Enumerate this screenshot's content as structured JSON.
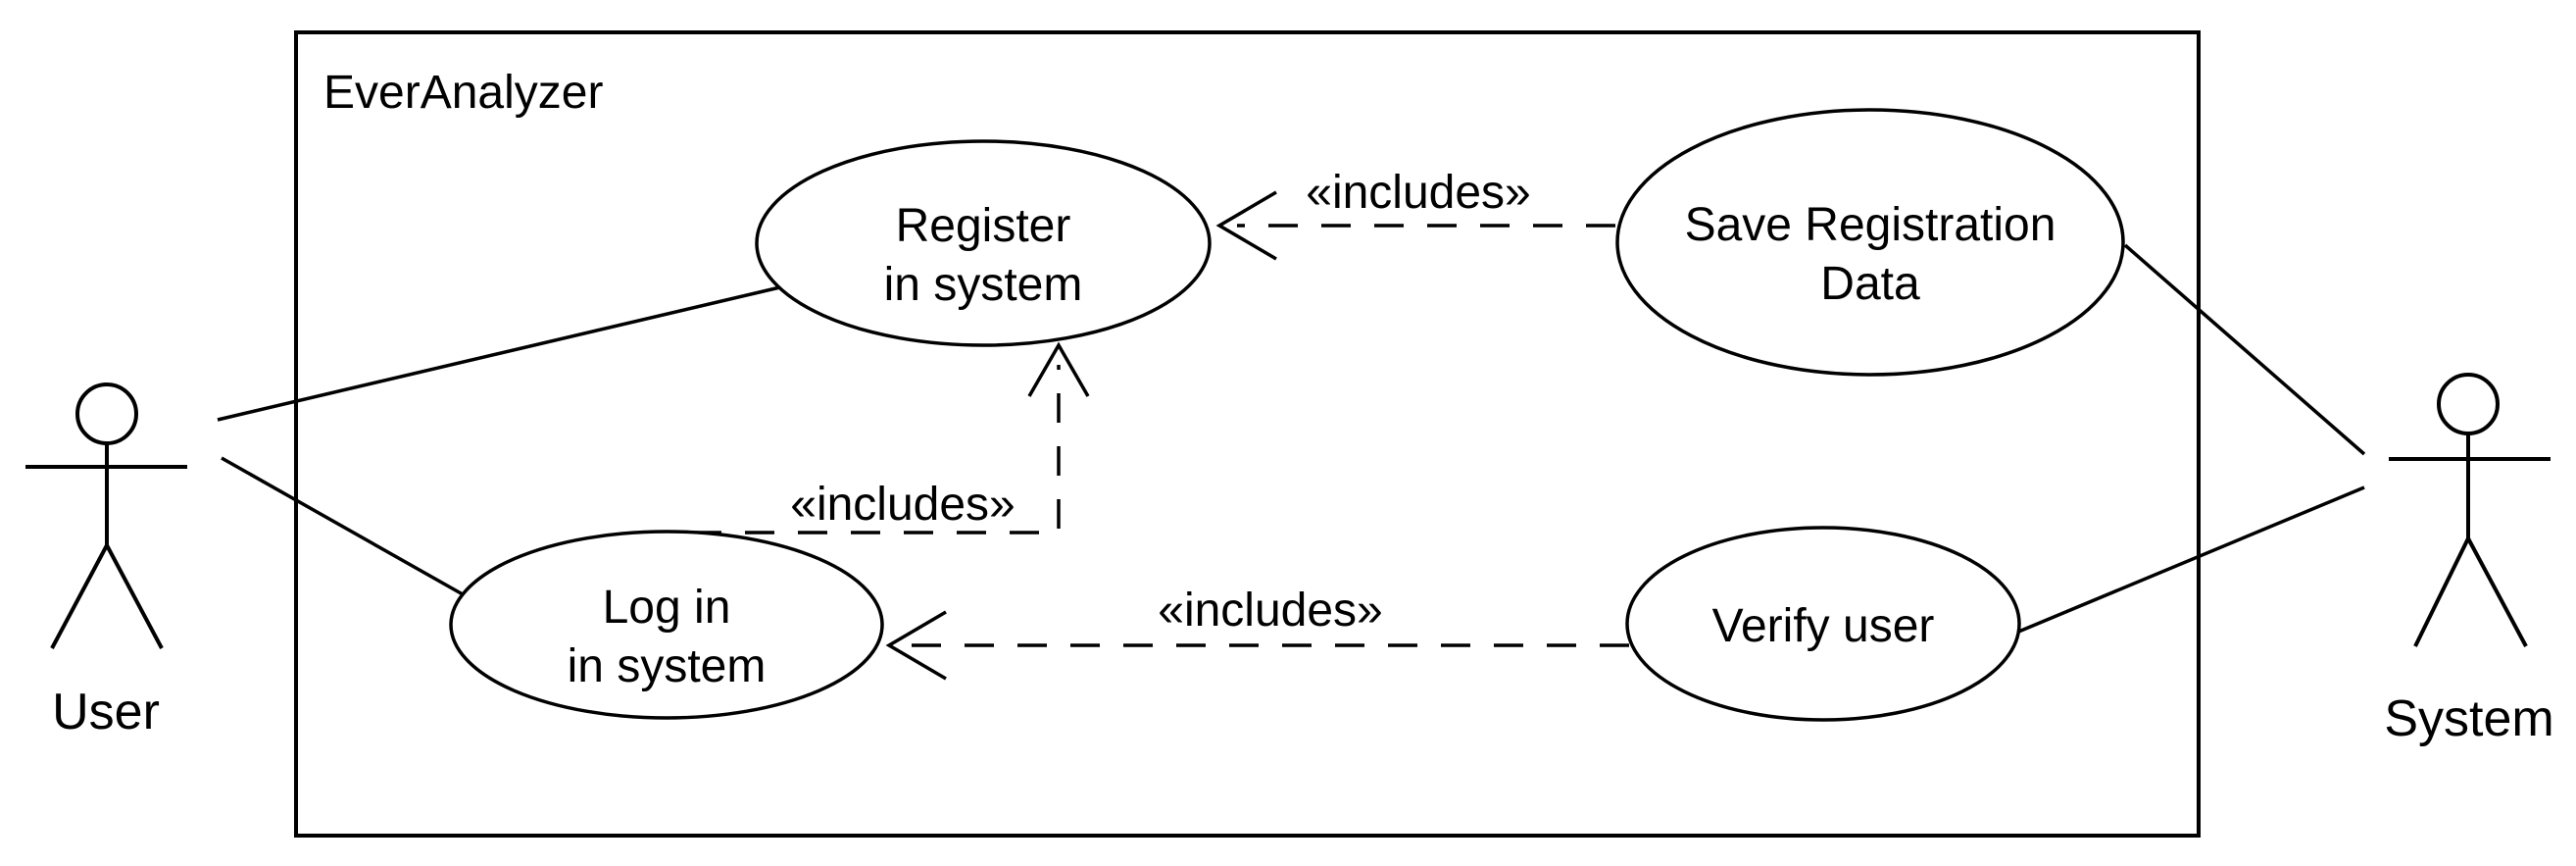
{
  "diagram": {
    "type": "uml-use-case-diagram",
    "system_boundary": {
      "label": "EverAnalyzer"
    },
    "actors": [
      {
        "name": "User"
      },
      {
        "name": "System"
      }
    ],
    "use_cases": [
      {
        "label": "Register in system",
        "line1": "Register",
        "line2": "in system"
      },
      {
        "label": "Save Registration Data",
        "line1": "Save Registration",
        "line2": "Data"
      },
      {
        "label": "Log in in system",
        "line1": "Log in",
        "line2": "in system"
      },
      {
        "label": "Verify user",
        "line1": "Verify user"
      }
    ],
    "relationships": [
      {
        "from": "Save Registration Data",
        "to": "Register in system",
        "type": "include",
        "stereotype": "«includes»"
      },
      {
        "from": "Log in in system",
        "to": "Register in system",
        "type": "include",
        "stereotype": "«includes»"
      },
      {
        "from": "Verify user",
        "to": "Log in in system",
        "type": "include",
        "stereotype": "«includes»"
      },
      {
        "from": "User",
        "to": "Register in system",
        "type": "association"
      },
      {
        "from": "User",
        "to": "Log in in system",
        "type": "association"
      },
      {
        "from": "System",
        "to": "Save Registration Data",
        "type": "association"
      },
      {
        "from": "System",
        "to": "Verify user",
        "type": "association"
      }
    ],
    "colors": {
      "stroke": "#000000",
      "background": "#ffffff"
    }
  }
}
